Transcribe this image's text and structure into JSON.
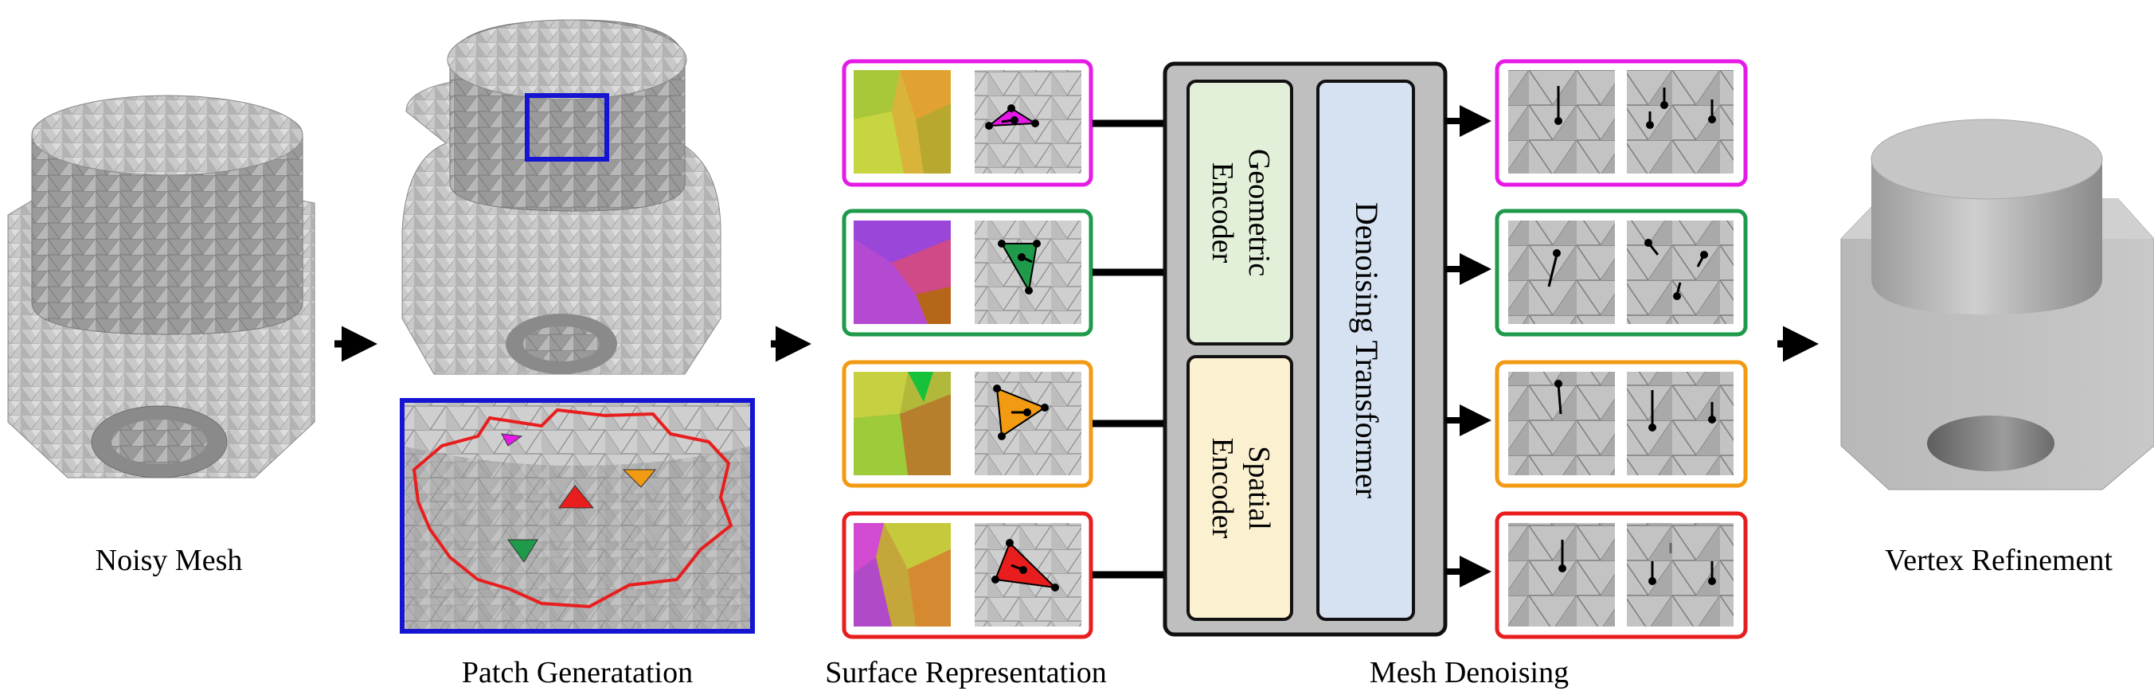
{
  "stages": {
    "noisy_mesh": "Noisy Mesh",
    "patch_generation": "Patch Generatation",
    "surface_representation": "Surface Representation",
    "mesh_denoising": "Mesh Denoising",
    "vertex_refinement": "Vertex Refinement"
  },
  "modules": {
    "geometric_encoder_line1": "Geometric",
    "geometric_encoder_line2": "Encoder",
    "spatial_encoder_line1": "Spatial",
    "spatial_encoder_line2": "Encoder",
    "denoising_transformer": "Denoising Transformer"
  },
  "colors": {
    "magenta": "#e619e6",
    "green": "#1f9a4a",
    "orange": "#f29a12",
    "red": "#e81e1e",
    "blue": "#1414d2",
    "geo_fill": "#e3f0d9",
    "spa_fill": "#fbf1d0",
    "trans_fill": "#d6e2f2",
    "panel_fill": "#bfbfbf"
  },
  "patches": [
    {
      "id": "magenta",
      "color": "#e619e6"
    },
    {
      "id": "green",
      "color": "#1f9a4a"
    },
    {
      "id": "orange",
      "color": "#f29a12"
    },
    {
      "id": "red",
      "color": "#e81e1e"
    }
  ]
}
